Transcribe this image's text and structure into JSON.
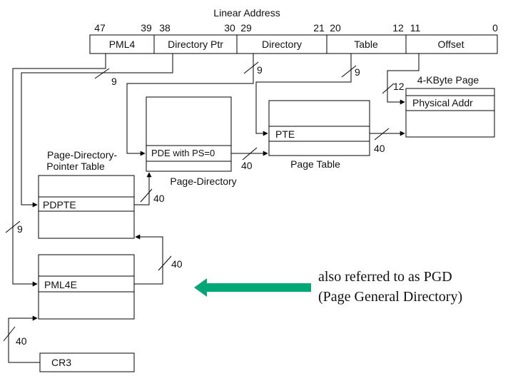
{
  "linear_address": {
    "title": "Linear Address",
    "fields": [
      {
        "label": "PML4",
        "hi_bit": "47",
        "lo_bit": "39"
      },
      {
        "label": "Directory Ptr",
        "hi_bit": "38",
        "lo_bit": "30"
      },
      {
        "label": "Directory",
        "hi_bit": "29",
        "lo_bit": "21"
      },
      {
        "label": "Table",
        "hi_bit": "20",
        "lo_bit": "12"
      },
      {
        "label": "Offset",
        "hi_bit": "11",
        "lo_bit": "0"
      }
    ]
  },
  "tables": {
    "page_directory_pointer_table": {
      "title_line1": "Page-Directory-",
      "title_line2": "Pointer Table",
      "entry": "PDPTE"
    },
    "page_directory": {
      "title": "Page-Directory",
      "entry": "PDE with PS=0"
    },
    "page_table": {
      "title": "Page Table",
      "entry": "PTE"
    },
    "page": {
      "title": "4-KByte Page",
      "entry": "Physical Addr"
    },
    "pml4": {
      "entry": "PML4E"
    },
    "cr3": {
      "label": "CR3"
    }
  },
  "bit_widths": {
    "pml4_index": "9",
    "dirptr_index": "9",
    "dir_index": "9",
    "table_index": "9",
    "offset": "12",
    "pte_to_page": "40",
    "pde_to_pt": "40",
    "pdpte_to_pd": "40",
    "pml4e_to_pdpt": "40",
    "cr3_to_pml4": "40"
  },
  "annotation": {
    "line1": "also referred to as PGD",
    "line2": "(Page General Directory)",
    "arrow_color": "#00a878"
  }
}
